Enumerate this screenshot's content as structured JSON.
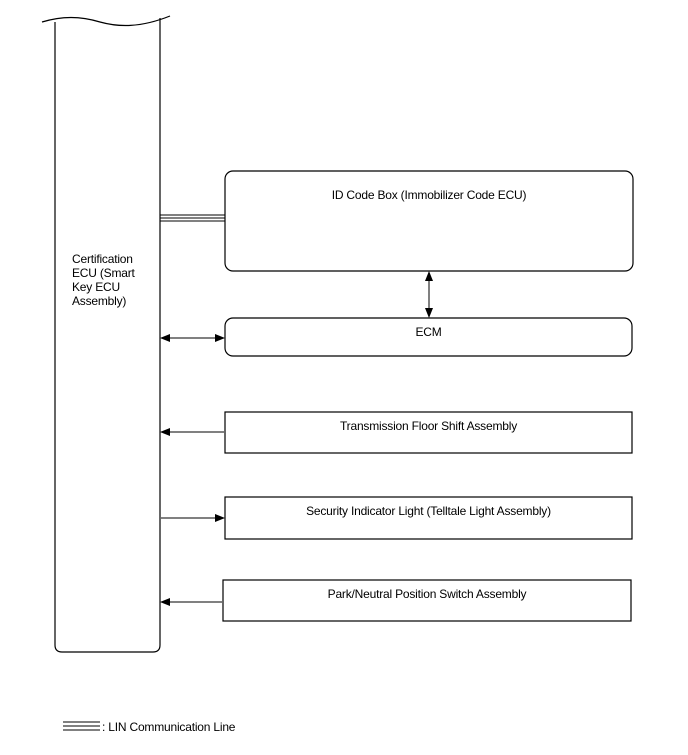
{
  "diagram": {
    "main_ecu": {
      "label_lines": [
        "Certification",
        "ECU (Smart",
        "Key ECU",
        "Assembly)"
      ]
    },
    "components": {
      "id_code_box": "ID Code Box (Immobilizer Code ECU)",
      "ecm": "ECM",
      "transmission": "Transmission Floor Shift Assembly",
      "security_light": "Security Indicator Light (Telltale Light Assembly)",
      "park_neutral": "Park/Neutral Position Switch Assembly"
    },
    "legend": {
      "lin_label": ": LIN Communication Line"
    }
  }
}
